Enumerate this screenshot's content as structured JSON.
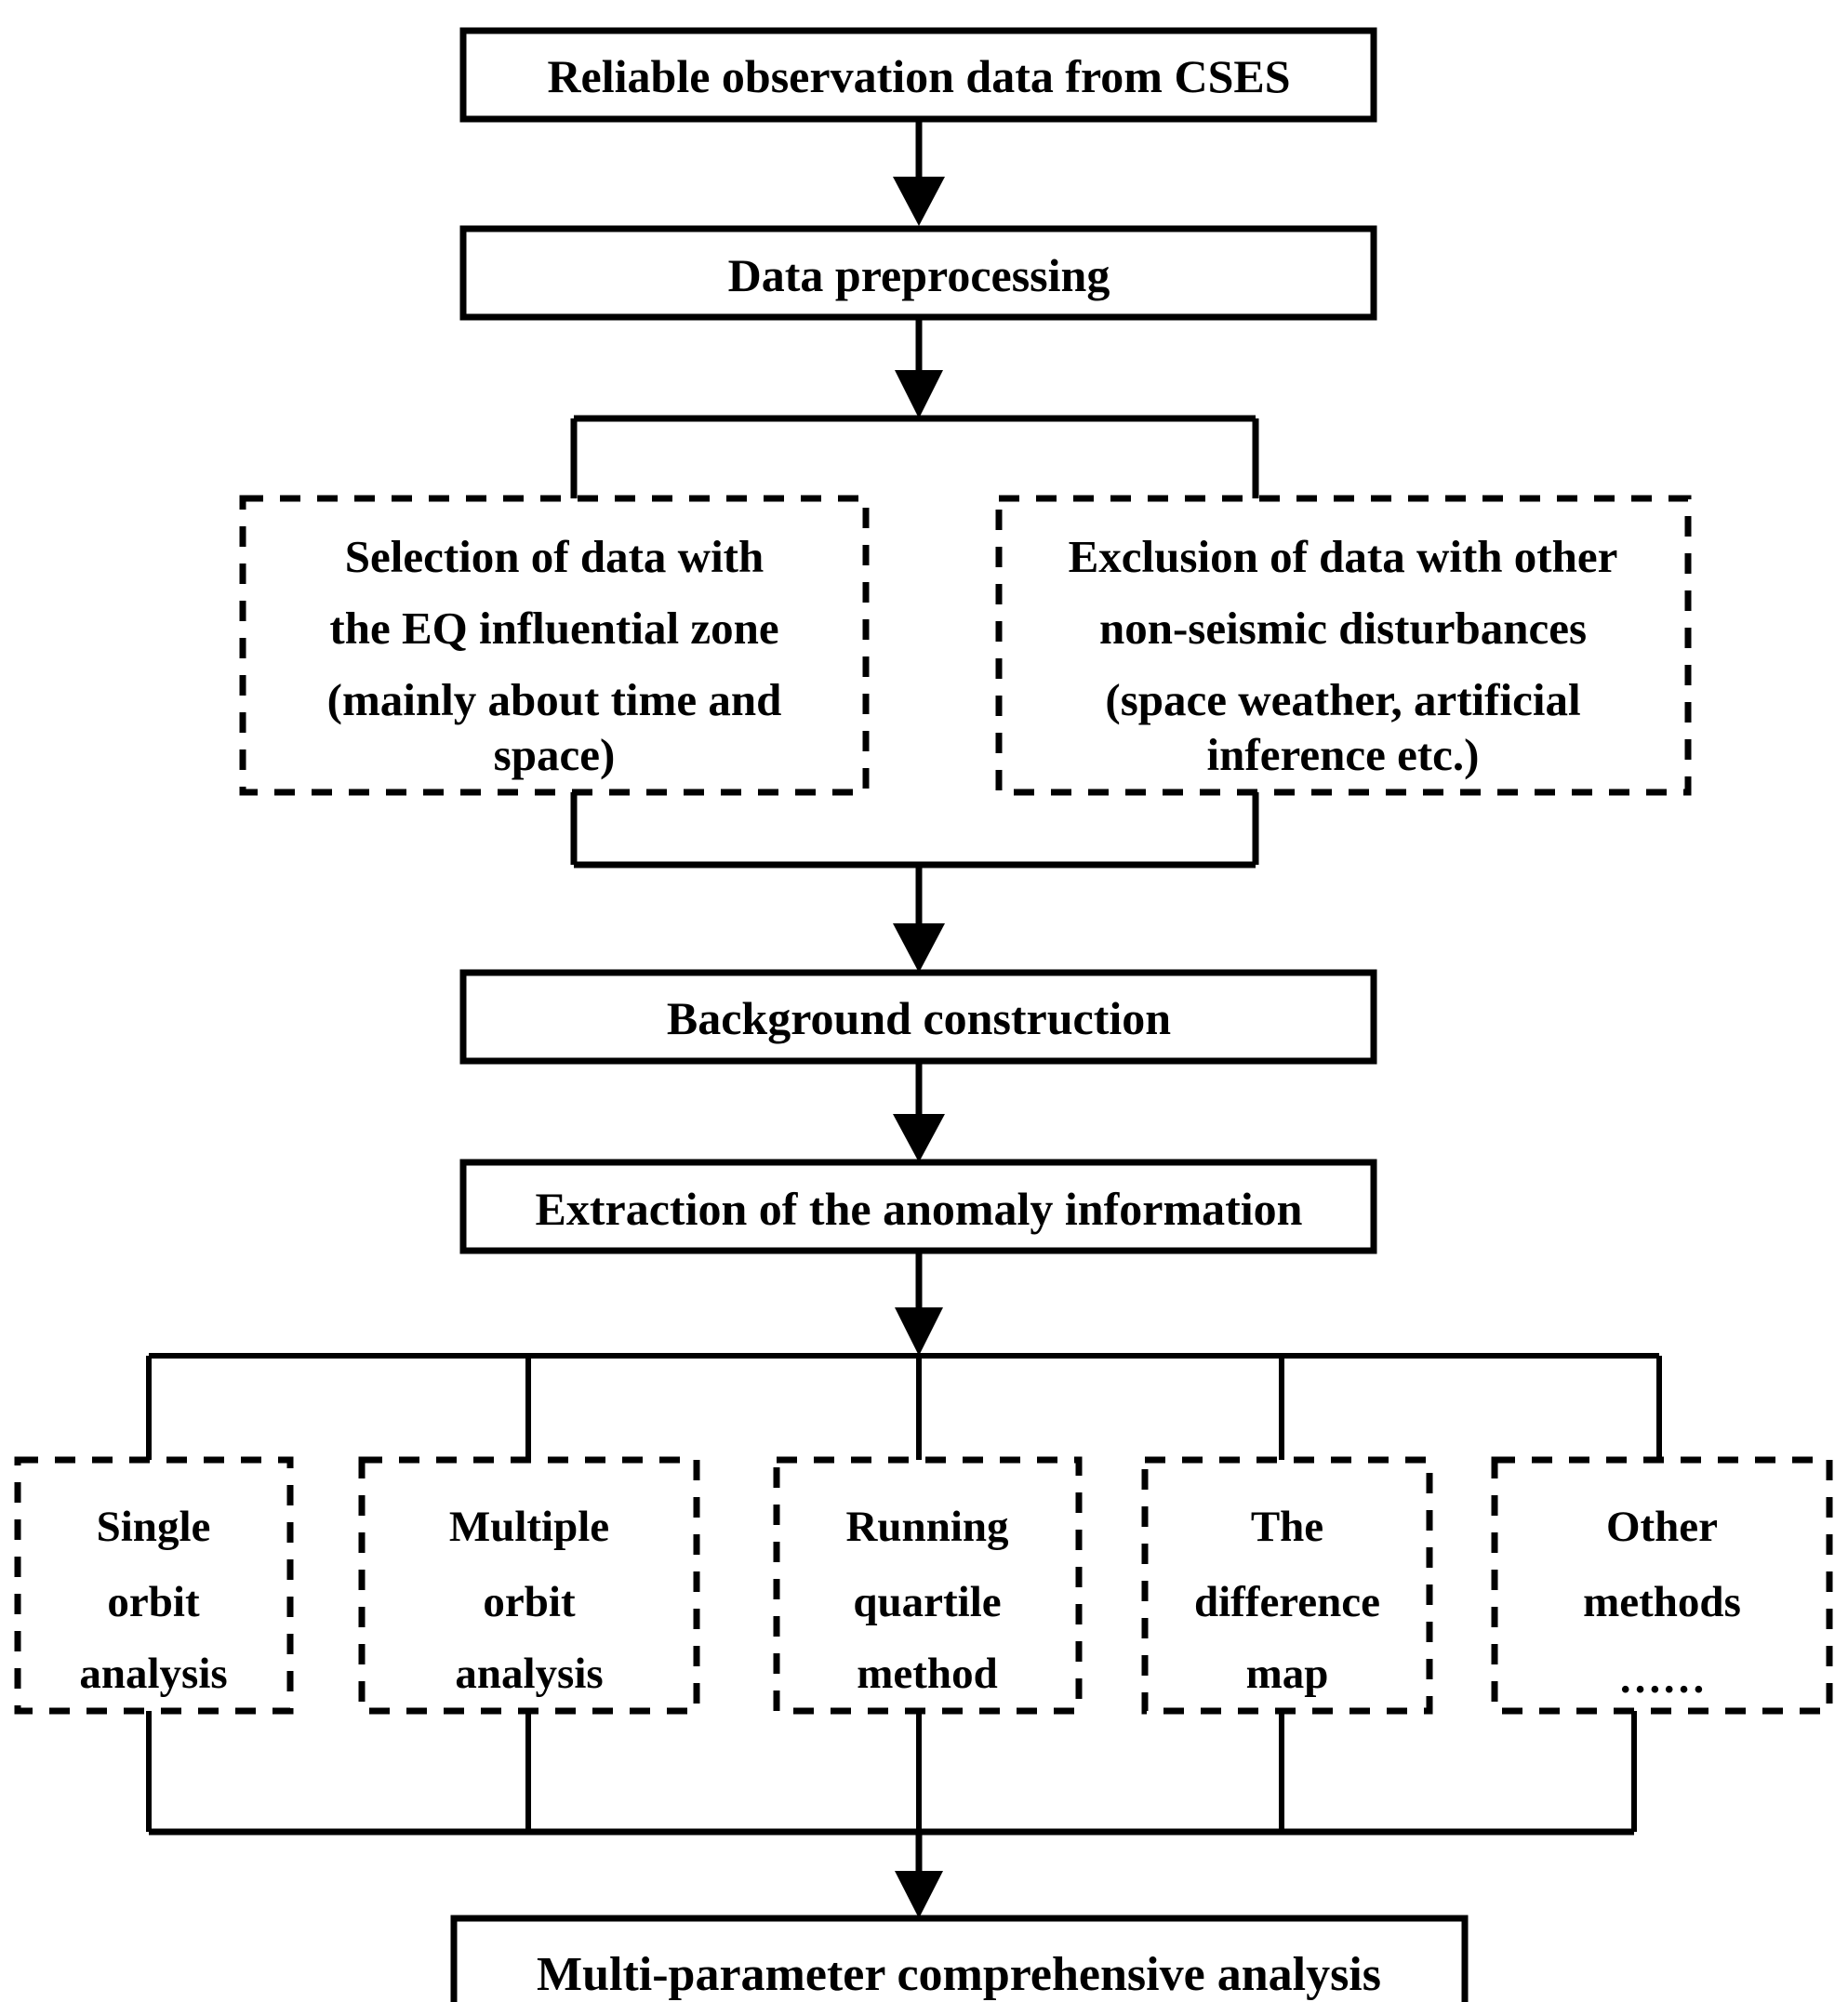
{
  "diagram": {
    "title": "CSES earthquake anomaly analysis workflow",
    "type": "flowchart",
    "colors": {
      "stroke": "#000000",
      "fill": "#ffffff",
      "text": "#000000"
    },
    "nodes": {
      "source": {
        "label": "Reliable observation data from CSES",
        "style": "solid"
      },
      "preprocessing": {
        "label": "Data preprocessing",
        "style": "solid"
      },
      "selection": {
        "style": "dashed",
        "lines": [
          "Selection of data with",
          "the EQ influential zone",
          "(mainly about time and",
          "space)"
        ]
      },
      "exclusion": {
        "style": "dashed",
        "lines": [
          "Exclusion of data with other",
          "non-seismic disturbances",
          "(space weather, artificial",
          "inference etc.)"
        ]
      },
      "background": {
        "label": "Background construction",
        "style": "solid"
      },
      "extraction": {
        "label": "Extraction of the anomaly information",
        "style": "solid"
      },
      "methods": [
        {
          "style": "dashed",
          "lines": [
            "Single",
            "orbit",
            "analysis"
          ]
        },
        {
          "style": "dashed",
          "lines": [
            "Multiple",
            "orbit",
            "analysis"
          ]
        },
        {
          "style": "dashed",
          "lines": [
            "Running",
            "quartile",
            "method"
          ]
        },
        {
          "style": "dashed",
          "lines": [
            "The",
            "difference",
            "map"
          ]
        },
        {
          "style": "dashed",
          "lines": [
            "Other",
            "methods",
            "……"
          ]
        }
      ],
      "final": {
        "label": "Multi-parameter comprehensive analysis",
        "style": "solid"
      }
    }
  }
}
